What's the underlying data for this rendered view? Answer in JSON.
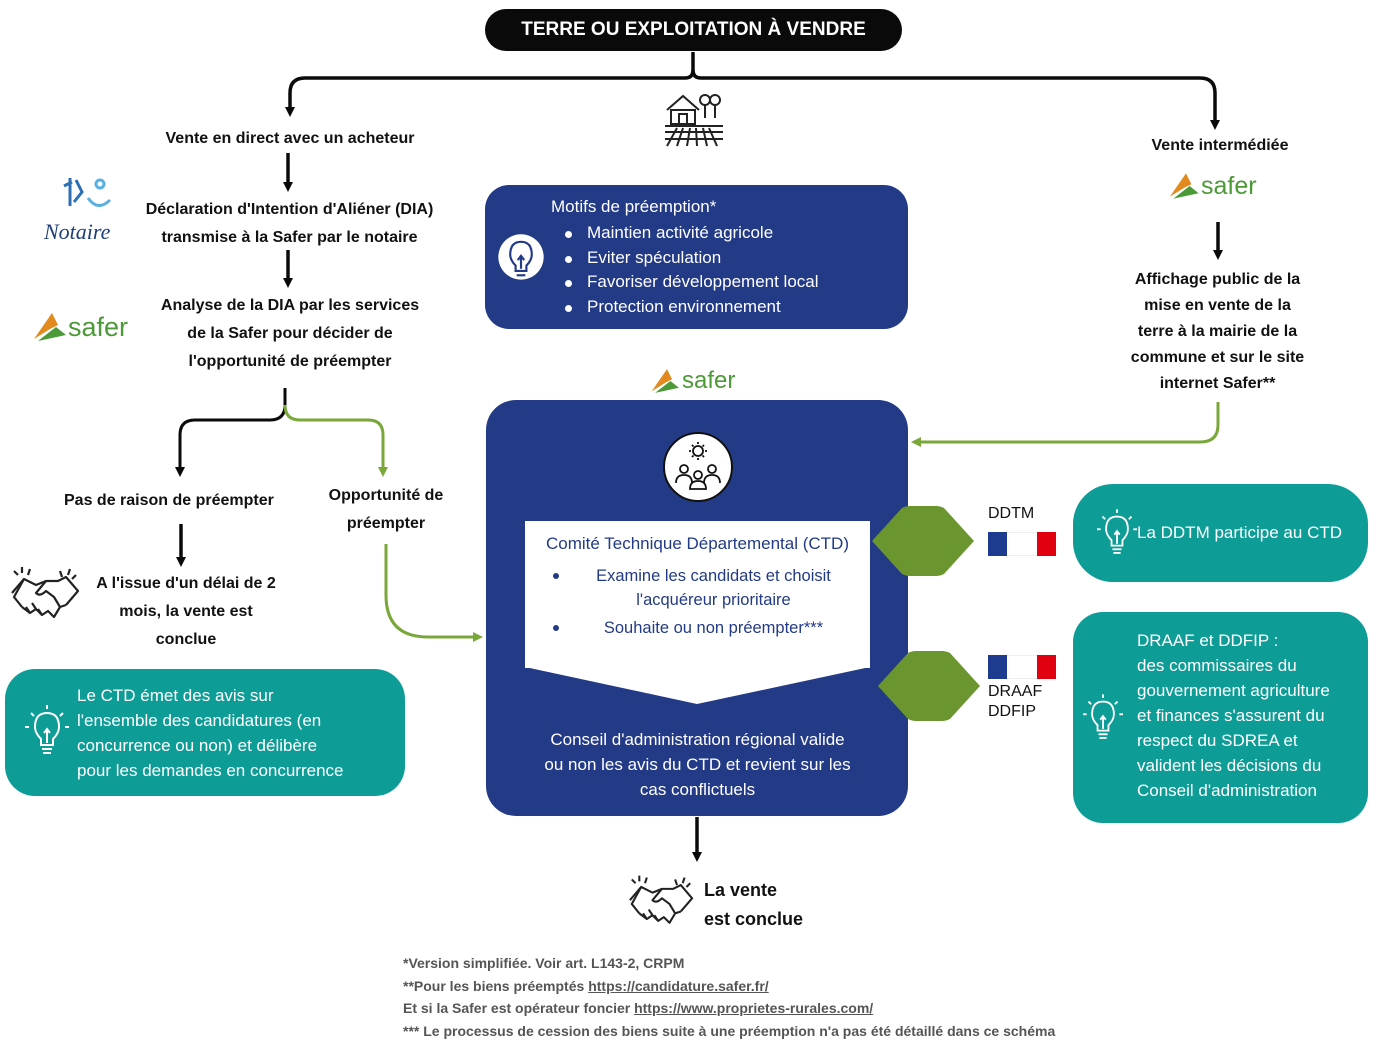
{
  "title": "TERRE OU EXPLOITATION À VENDRE",
  "left": {
    "vente_direct": "Vente en direct avec un acheteur",
    "notaire_logo": "Notaire",
    "dia_line1": "Déclaration d'Intention d'Aliéner (DIA)",
    "dia_line2": "transmise à la Safer par le notaire",
    "analyse_line1": "Analyse de la DIA par les services",
    "analyse_line2": "de la Safer pour décider de",
    "analyse_line3": "l'opportunité de préempter",
    "pas_raison": "Pas de raison de préempter",
    "opportunite_line1": "Opportunité de",
    "opportunite_line2": "préempter",
    "issue_line1": "A l'issue d'un délai de 2",
    "issue_line2": "mois, la vente est",
    "issue_line3": "conclue"
  },
  "safer_logo": "safer",
  "motifs": {
    "title": "Motifs de préemption*",
    "items": [
      "Maintien activité agricole",
      "Eviter spéculation",
      "Favoriser développement local",
      "Protection environnement"
    ]
  },
  "right": {
    "vente_intermediee": "Vente intermédiée",
    "affichage_line1": "Affichage public de la",
    "affichage_line2": "mise en vente de la",
    "affichage_line3": "terre à la mairie de la",
    "affichage_line4": "commune et sur le site",
    "affichage_line5": "internet Safer**"
  },
  "ctd": {
    "title": "Comité Technique Départemental (CTD)",
    "item1_line1": "Examine les candidats et choisit",
    "item1_line2": "l'acquéreur prioritaire",
    "item2": "Souhaite ou non préempter***",
    "conseil_line1": "Conseil d'administration régional valide",
    "conseil_line2": "ou non les avis du CTD et revient sur les",
    "conseil_line3": "cas conflictuels"
  },
  "ddtm": {
    "label": "DDTM",
    "info": "La DDTM participe au CTD"
  },
  "draaf": {
    "label_line1": "DRAAF",
    "label_line2": "DDFIP",
    "info_line1": "DRAAF et DDFIP :",
    "info_line2": "des commissaires du",
    "info_line3": "gouvernement agriculture",
    "info_line4": "et finances s'assurent du",
    "info_line5": "respect du SDREA et",
    "info_line6": "valident les décisions du",
    "info_line7": "Conseil d'administration"
  },
  "ctd_info": {
    "line1": "Le CTD émet des avis sur",
    "line2": "l'ensemble des candidatures (en",
    "line3": "concurrence ou non) et délibère",
    "line4": "pour les demandes en concurrence"
  },
  "final": {
    "line1": "La vente",
    "line2": "est conclue"
  },
  "footnotes": {
    "f1": "*Version simplifiée. Voir art. L143-2, CRPM",
    "f2_prefix": "**Pour les biens préemptés ",
    "f2_link": "https://candidature.safer.fr/",
    "f3_prefix": "Et si la Safer est opérateur foncier ",
    "f3_link": "https://www.proprietes-rurales.com/",
    "f4": "*** Le processus de cession des biens suite à une préemption n'a pas été détaillé dans ce schéma"
  },
  "colors": {
    "navy": "#233a86",
    "teal": "#0e9c97",
    "green": "#7aa73a",
    "diamond": "#6b962f",
    "black": "#0a0a0a"
  },
  "icons": [
    "farm-icon",
    "notaire-logo",
    "safer-logo",
    "lightbulb-icon",
    "committee-icon",
    "handshake-icon",
    "french-flag-icon"
  ]
}
